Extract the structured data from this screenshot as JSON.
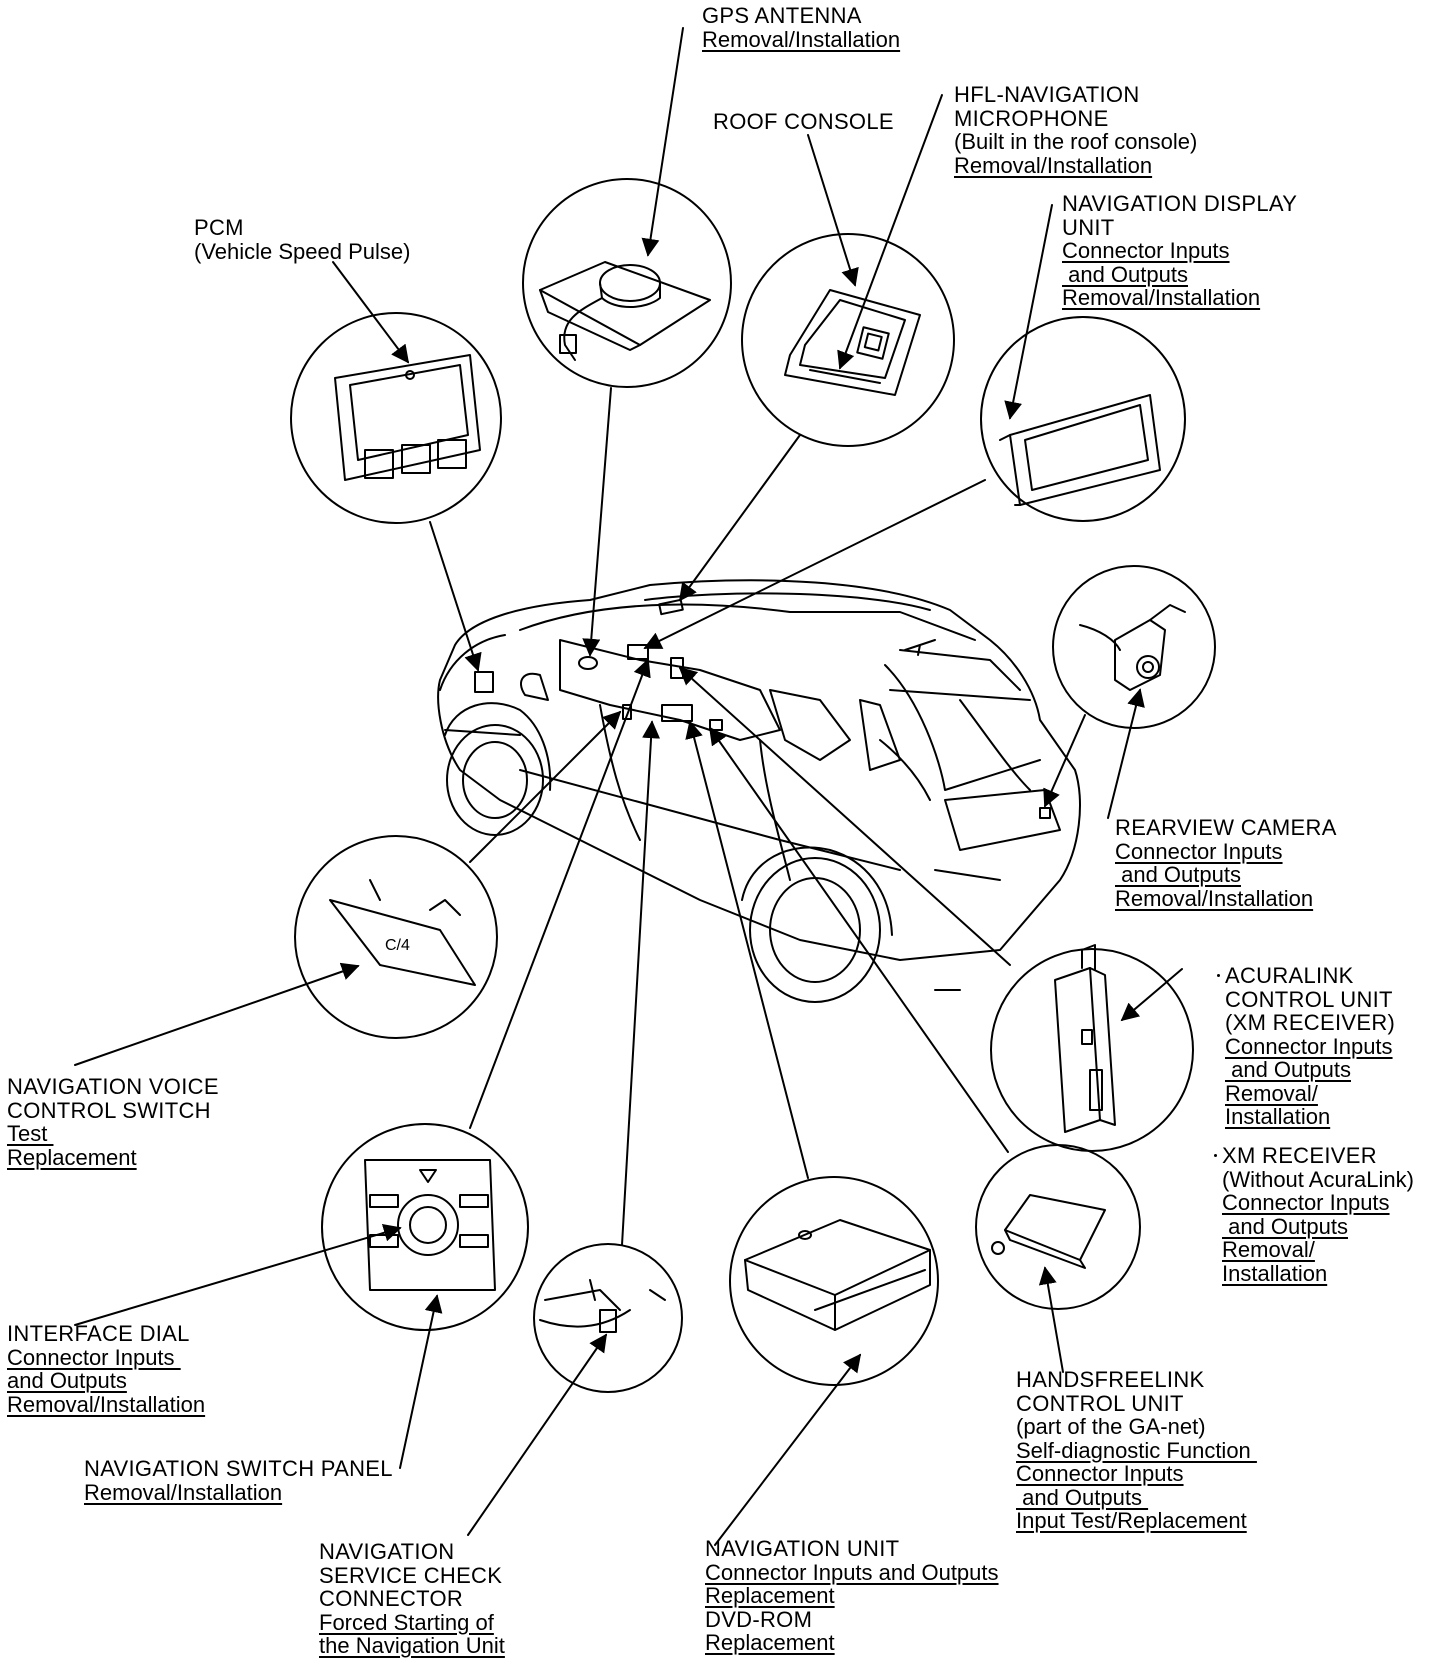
{
  "labels": {
    "gps_antenna": {
      "title": [
        "GPS ANTENNA"
      ],
      "links": [
        "Removal/Installation"
      ]
    },
    "roof_console": {
      "title": [
        "ROOF CONSOLE"
      ],
      "links": []
    },
    "hfl_mic": {
      "title": [
        "HFL-NAVIGATION",
        "MICROPHONE",
        "(Built in the roof console)"
      ],
      "links": [
        "Removal/Installation"
      ]
    },
    "pcm": {
      "title": [
        "PCM",
        "(Vehicle Speed Pulse)"
      ],
      "links": []
    },
    "nav_display": {
      "title": [
        "NAVIGATION DISPLAY",
        "UNIT"
      ],
      "links": [
        "Connector Inputs",
        " and Outputs",
        "Removal/Installation"
      ]
    },
    "rearview_camera": {
      "title": [
        "REARVIEW CAMERA"
      ],
      "links": [
        "Connector Inputs",
        " and Outputs",
        "Removal/Installation"
      ]
    },
    "acuralink": {
      "title": [
        "ACURALINK",
        "CONTROL UNIT",
        "(XM RECEIVER)"
      ],
      "links": [
        "Connector Inputs",
        " and Outputs",
        "Removal/",
        "Installation"
      ]
    },
    "xm_receiver": {
      "title": [
        "XM RECEIVER",
        "(Without AcuraLink)"
      ],
      "links": [
        "Connector Inputs",
        " and Outputs",
        "Removal/",
        "Installation"
      ]
    },
    "voice_switch": {
      "title": [
        "NAVIGATION VOICE",
        "CONTROL SWITCH"
      ],
      "links": [
        "Test ",
        "Replacement"
      ]
    },
    "interface_dial": {
      "title": [
        "INTERFACE DIAL"
      ],
      "links": [
        "Connector Inputs ",
        "and Outputs",
        "Removal/Installation"
      ]
    },
    "switch_panel": {
      "title": [
        "NAVIGATION SWITCH PANEL"
      ],
      "links": [
        "Removal/Installation"
      ]
    },
    "service_check": {
      "title": [
        "NAVIGATION",
        "SERVICE CHECK",
        "CONNECTOR"
      ],
      "links": [
        "Forced Starting of",
        "the Navigation Unit"
      ]
    },
    "nav_unit": {
      "title": [
        "NAVIGATION UNIT"
      ],
      "links": [
        "Connector Inputs and Outputs",
        "Replacement"
      ],
      "title2": [
        "DVD-ROM"
      ],
      "links2": [
        "Replacement"
      ]
    },
    "handsfreelink": {
      "title": [
        "HANDSFREELINK",
        "CONTROL UNIT",
        "(part of the GA-net)"
      ],
      "links": [
        "Self-diagnostic Function ",
        "Connector Inputs",
        " and Outputs ",
        "Input Test/Replacement"
      ]
    }
  },
  "icons": [
    "dot-icon",
    "dot-icon"
  ]
}
